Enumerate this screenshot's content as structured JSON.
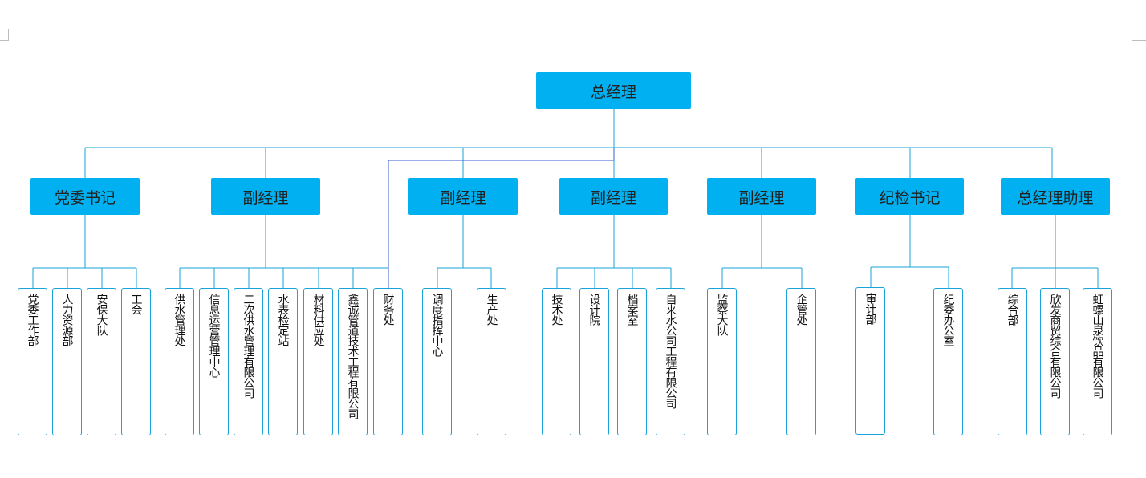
{
  "top": "总经理",
  "level2": [
    "党委书记",
    "副经理",
    "副经理",
    "副经理",
    "副经理",
    "纪检书记",
    "总经理助理"
  ],
  "level3": [
    "党委工作部",
    "人力资源部",
    "安保大队",
    "工会",
    "供水管理处",
    "信息运营管理中心",
    "二次供水管理有限公司",
    "水表检定站",
    "材料供应处",
    "鑫诚管道技术工程有限公司",
    "财务处",
    "调度指挥中心",
    "生产处",
    "技术处",
    "设计院",
    "档案室",
    "自来水公司工程有限公司",
    "监察大队",
    "企管处",
    "审计部",
    "纪委办公室",
    "综合部",
    "欣发商贸综合有限公司",
    "虹螺山泉饮品有限公司"
  ]
}
